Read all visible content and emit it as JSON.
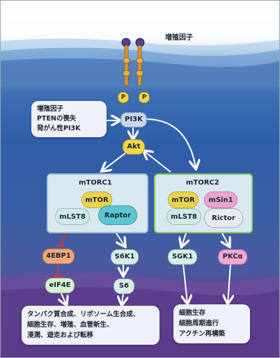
{
  "growth_factor_top": "増殖因子",
  "phosphate_label": "P",
  "input_box": {
    "lines": [
      "増殖因子",
      "PTENの喪失",
      "発がん性PI3K"
    ]
  },
  "nodes": {
    "pi3k": "PI3K",
    "akt": "Akt",
    "mtorc1": {
      "title": "mTORC1",
      "mtor": "mTOR",
      "mlst8": "mLST8",
      "raptor": "Raptor"
    },
    "mtorc2": {
      "title": "mTORC2",
      "mtor": "mTOR",
      "msin1": "mSin1",
      "mlst8": "mLST8",
      "rictor": "Rictor"
    },
    "ebp1": "4EBP1",
    "elf4e": "eIF4E",
    "s6k1": "S6K1",
    "s6": "S6",
    "sgk1": "SGK1",
    "pkc": "PKCα"
  },
  "outcome_left": {
    "lines": [
      "タンパク質合成、リボソーム生合成、",
      "細胞生存、増殖、血管新生、",
      "浸潤、遊走および転移"
    ]
  },
  "outcome_right": {
    "lines": [
      "細胞生存",
      "細胞周期進行",
      "アクチン再構築"
    ]
  },
  "colors": {
    "membrane_top": "#d9e6f2",
    "complex_fill": "#dfeef3",
    "complex2_border": "#8fce5a",
    "yellow_node": "#f4d84a",
    "pill_node": "#d6efe9",
    "ebp1_fill": "#f2a77b",
    "elf4e_fill": "#d7f1cf",
    "pkc_fill": "#f2a8cf",
    "receptor": "#d9962e",
    "ligand": "#5b3f8a",
    "inhibit_line": "#d8342f"
  }
}
